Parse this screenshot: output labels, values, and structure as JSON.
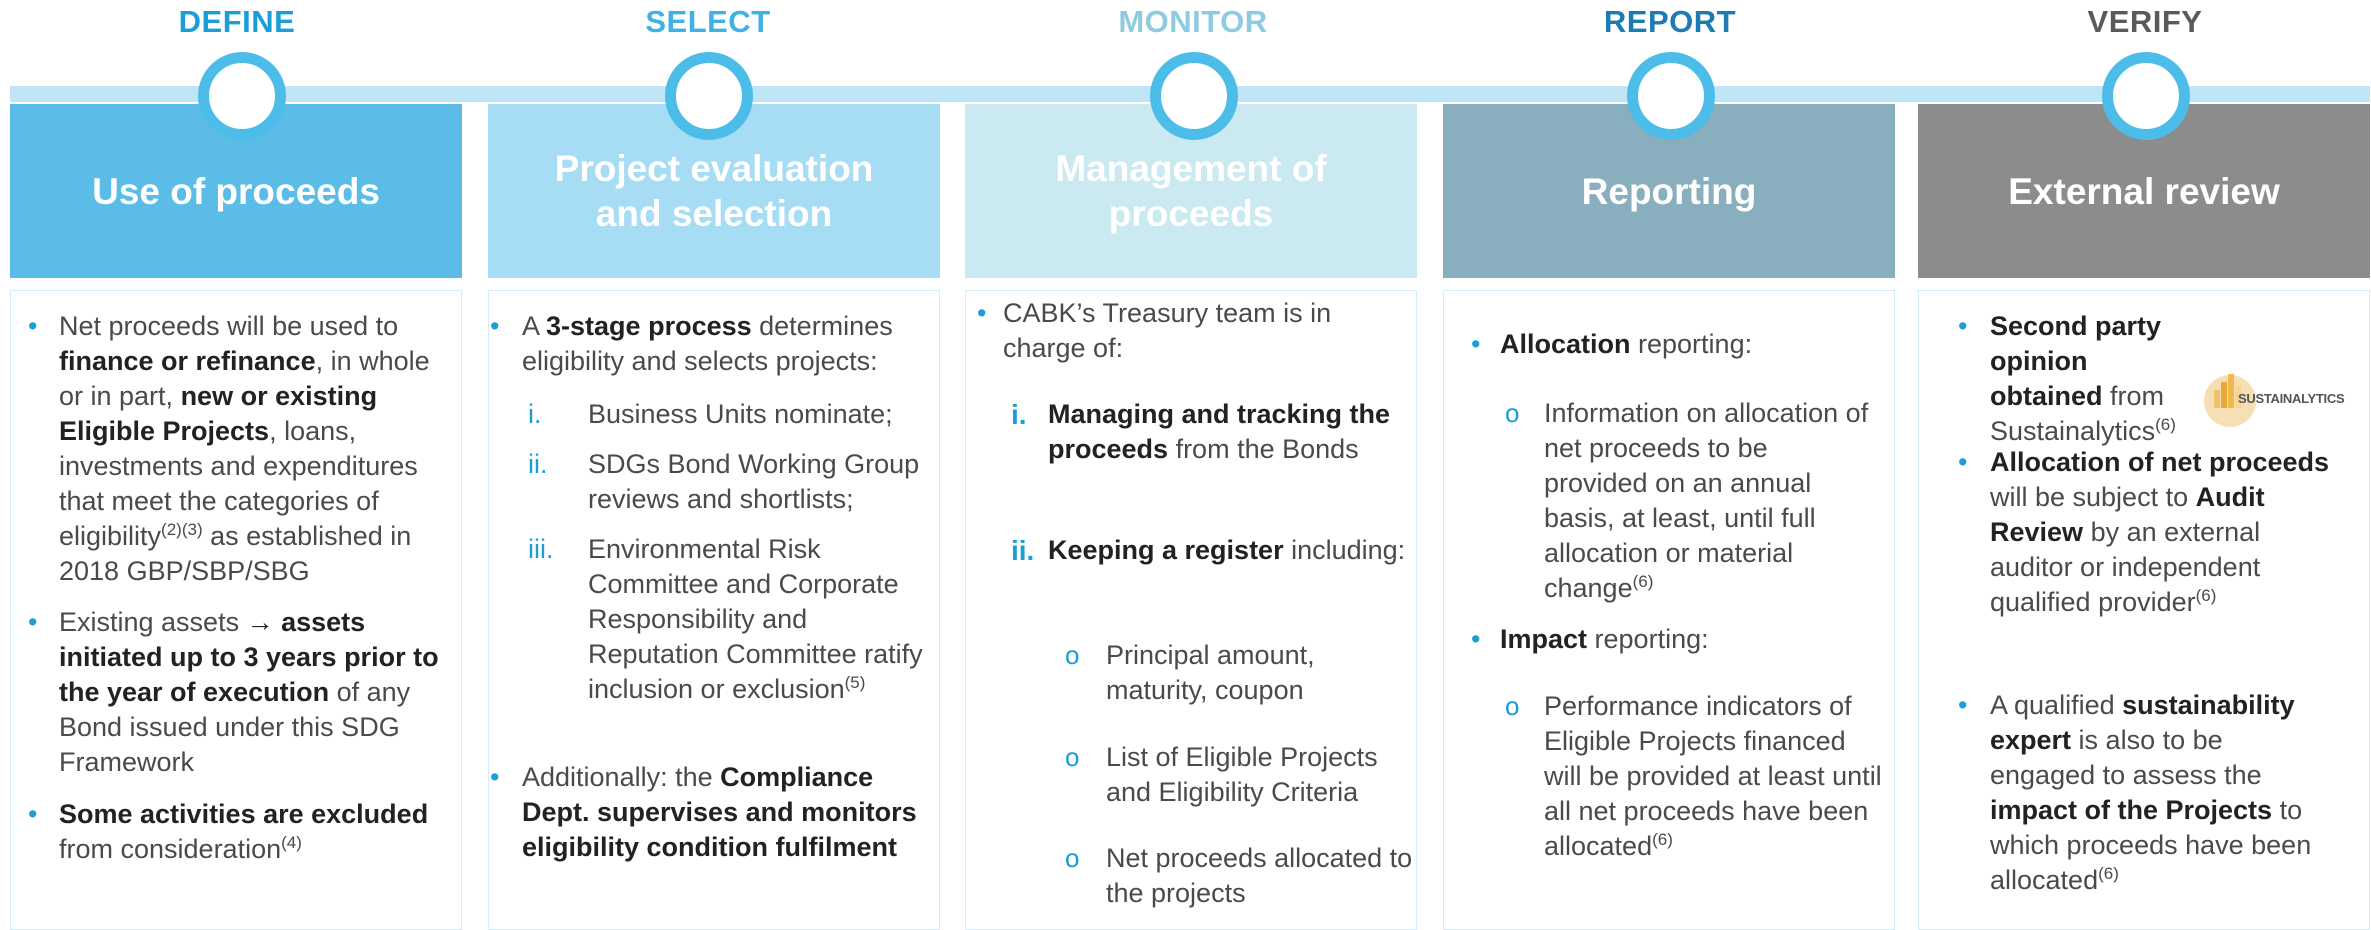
{
  "phases": [
    {
      "label": "DEFINE",
      "color": "#1a9ed7",
      "title": "Use of proceeds",
      "header_color": "#5bbde7"
    },
    {
      "label": "SELECT",
      "color": "#3fb1e4",
      "title": "Project evaluation and selection",
      "header_color": "#a6dcf4"
    },
    {
      "label": "MONITOR",
      "color": "#8ecbe0",
      "title": "Management of proceeds",
      "header_color": "#cae9f0"
    },
    {
      "label": "REPORT",
      "color": "#1c7bb0",
      "title": "Reporting",
      "header_color": "#89aebe"
    },
    {
      "label": "VERIFY",
      "color": "#5a5a5a",
      "title": "External review",
      "header_color": "#8c8c8c"
    }
  ],
  "col1": {
    "b1": {
      "t1": "Net proceeds will be used to ",
      "b1": "finance or refinance",
      "t2": ", in whole or in part, ",
      "b2": "new or existing Eligible Projects",
      "t3": ", loans, investments and expenditures that meet the categories of eligibility",
      "sup1": "(2)(3)",
      "t4": " as established in 2018 GBP/SBP/SBG"
    },
    "b2": {
      "t1": "Existing assets ",
      "arrow": "→",
      "b1": " assets initiated up to 3 years prior to the year of execution",
      "t2": " of any Bond issued under this SDG Framework"
    },
    "b3": {
      "b1": "Some activities are excluded",
      "t1": " from consideration",
      "sup1": "(4)"
    }
  },
  "col2": {
    "b1": {
      "t1": "A ",
      "b1": "3-stage process",
      "t2": " determines eligibility and selects projects:"
    },
    "items": [
      {
        "num": "i.",
        "text": "Business Units nominate;"
      },
      {
        "num": "ii.",
        "text": "SDGs Bond Working Group reviews and shortlists;"
      },
      {
        "num": "iii.",
        "text": "Environmental Risk Committee and Corporate Responsibility and Reputation Committee ratify inclusion or exclusion",
        "sup": "(5)"
      }
    ],
    "b2": {
      "t1": "Additionally: the ",
      "b1": "Compliance Dept. supervises and monitors eligibility condition fulfilment"
    }
  },
  "col3": {
    "b1": "CABK’s Treasury team is in charge of:",
    "i": {
      "num": "i.",
      "b1": "Managing and tracking the proceeds",
      "t1": " from the Bonds"
    },
    "ii": {
      "num": "ii.",
      "b1": "Keeping a register",
      "t1": " including:"
    },
    "subs": [
      "Principal amount, maturity, coupon",
      "List of Eligible Projects and Eligibility Criteria",
      "Net proceeds allocated to the projects"
    ]
  },
  "col4": {
    "b1": {
      "b1": "Allocation",
      "t1": " reporting:"
    },
    "s1": {
      "t1": "Information on allocation of net proceeds to be provided on an annual basis, at least, until full allocation or material change",
      "sup1": "(6)"
    },
    "b2": {
      "b1": "Impact",
      "t1": " reporting:"
    },
    "s2": {
      "t1": "Performance indicators of Eligible Projects financed will be provided at least until all net proceeds have been allocated",
      "sup1": "(6)"
    }
  },
  "col5": {
    "b1": {
      "b1": "Second party opinion obtained",
      "t1": " from Sustainalytics",
      "sup1": "(6)"
    },
    "logo_text": "SUSTAINALYTICS",
    "b2": {
      "b1": "Allocation of net proceeds",
      "t1": " will be subject to ",
      "b2": "Audit Review",
      "t2": " by an external auditor or independent qualified provider",
      "sup1": "(6)"
    },
    "b3": {
      "t1": "A qualified ",
      "b1": "sustainability expert",
      "t2": " is also to be engaged to assess the ",
      "b2": "impact of the Projects",
      "t3": " to which proceeds have been allocated",
      "sup1": "(6)"
    }
  },
  "bullet_char": "•",
  "sub_bullet_char": "o"
}
